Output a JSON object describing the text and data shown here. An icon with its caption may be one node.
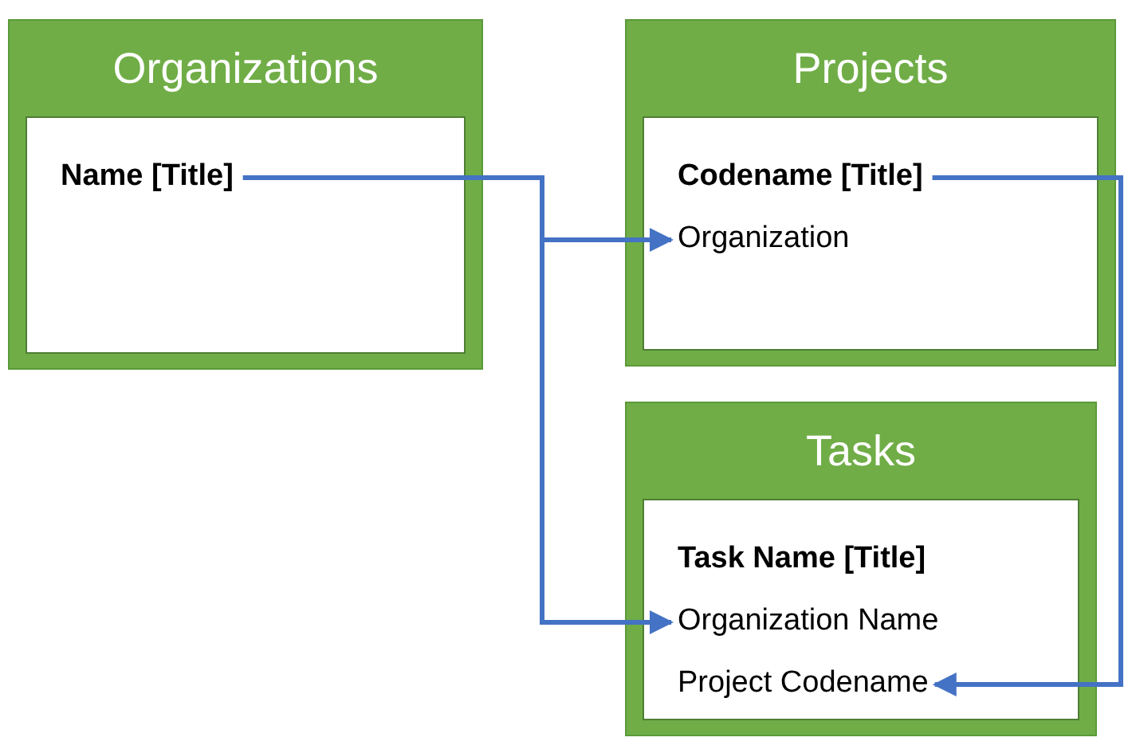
{
  "diagram": {
    "nodes": [
      {
        "text": [
          "Organizations"
        ]
      },
      {
        "text": [
          "Name [Title]"
        ],
        "in": 0
      },
      {
        "text": [
          "Projects"
        ]
      },
      {
        "text": [
          "Codename [Title]"
        ],
        "in": 2
      },
      {
        "text": [
          "Organization"
        ],
        "in": 2
      },
      {
        "text": [
          "Tasks"
        ]
      },
      {
        "text": [
          "Task Name [Title]"
        ],
        "in": 5
      },
      {
        "text": [
          "Organization Name"
        ],
        "in": 5
      },
      {
        "text": [
          "Project Codename"
        ],
        "in": 5
      }
    ],
    "edges": [
      {
        "from": 1,
        "to": 4,
        "arrow": "to"
      },
      {
        "from": 1,
        "to": 7,
        "arrow": "to"
      },
      {
        "from": 3,
        "to": 8,
        "arrow": "to"
      }
    ]
  }
}
